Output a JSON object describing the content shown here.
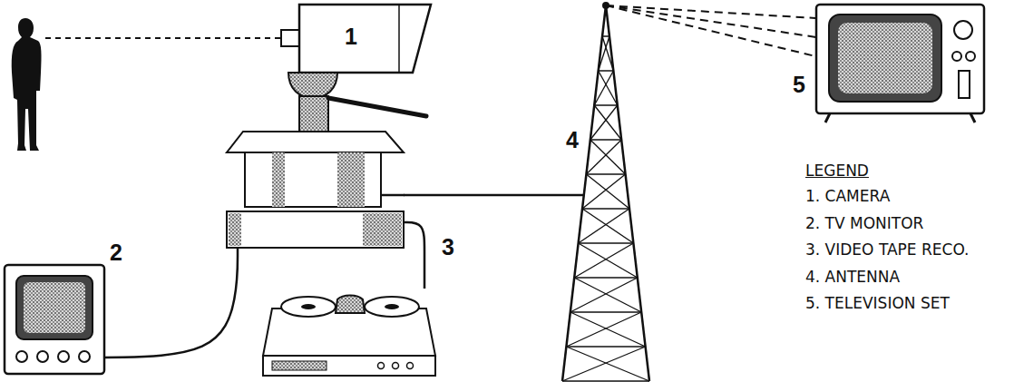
{
  "diagram": {
    "nodes": [
      {
        "text": [
          "1"
        ]
      },
      {
        "text": [
          "2"
        ]
      },
      {
        "text": [
          "3"
        ]
      },
      {
        "text": [
          "4"
        ]
      },
      {
        "text": [
          "5"
        ]
      }
    ],
    "edges": [
      {
        "from": 0,
        "to": 3,
        "arrow": "none"
      },
      {
        "from": 0,
        "to": 1,
        "arrow": "none"
      },
      {
        "from": 0,
        "to": 2,
        "arrow": "none"
      },
      {
        "from": 3,
        "to": 4,
        "arrow": "none"
      }
    ],
    "labels": [
      "LEGEND"
    ],
    "legend": [
      {
        "text": "1. CAMERA"
      },
      {
        "text": "2. TV MONITOR"
      },
      {
        "text": "3. VIDEO TAPE RECO."
      },
      {
        "text": "4. ANTENNA"
      },
      {
        "text": "5. TELEVISION SET"
      }
    ]
  }
}
